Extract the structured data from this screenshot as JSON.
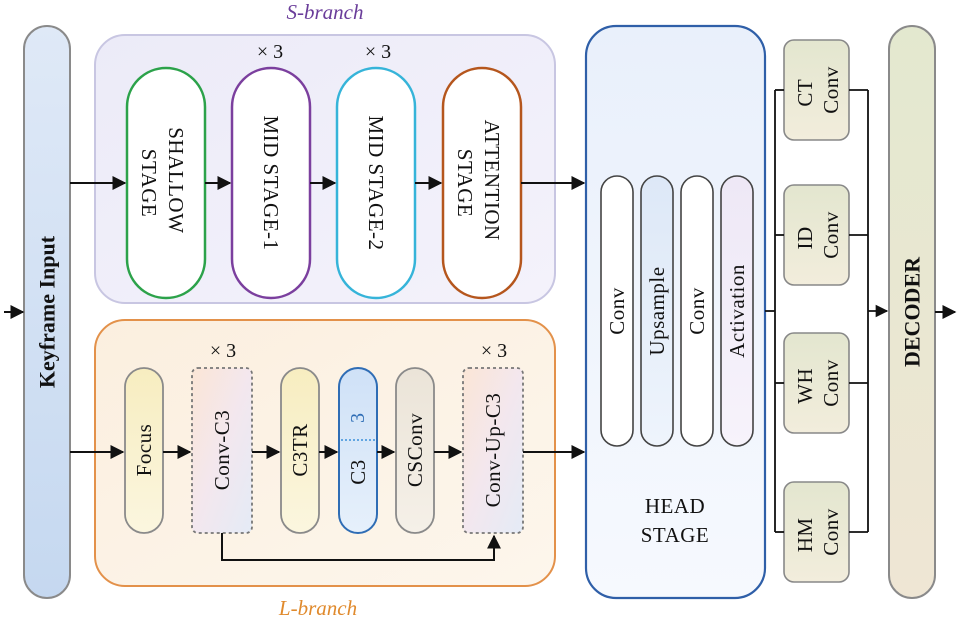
{
  "keyframe_input": "Keyframe Input",
  "s_branch": {
    "title": "S-branch",
    "title_color": "#6a3d9a",
    "stages": [
      {
        "l1": "SHALLOW",
        "l2": "STAGE",
        "rep": "",
        "color": "#2ca24a"
      },
      {
        "l1": "MID STAGE-1",
        "l2": "",
        "rep": "× 3",
        "color": "#7b3f9e"
      },
      {
        "l1": "MID STAGE-2",
        "l2": "",
        "rep": "× 3",
        "color": "#36b4d9"
      },
      {
        "l1": "ATTENTION",
        "l2": "STAGE",
        "rep": "",
        "color": "#b5561d"
      }
    ]
  },
  "l_branch": {
    "title": "L-branch",
    "title_color": "#e08a2d",
    "blocks": [
      {
        "label": "Focus",
        "rep": ""
      },
      {
        "label": "Conv-C3",
        "rep": "× 3"
      },
      {
        "label": "C3TR",
        "rep": ""
      },
      {
        "label": "C3",
        "inner": "3",
        "rep": ""
      },
      {
        "label": "CSConv",
        "rep": ""
      },
      {
        "label": "Conv-Up-C3",
        "rep": "× 3"
      }
    ]
  },
  "head": {
    "l1": "HEAD",
    "l2": "STAGE",
    "layers": [
      "Conv",
      "Upsample",
      "Conv",
      "Activation"
    ]
  },
  "convs": [
    {
      "l1": "CT",
      "l2": "Conv"
    },
    {
      "l1": "ID",
      "l2": "Conv"
    },
    {
      "l1": "WH",
      "l2": "Conv"
    },
    {
      "l1": "HM",
      "l2": "Conv"
    }
  ],
  "decoder": "DECODER"
}
